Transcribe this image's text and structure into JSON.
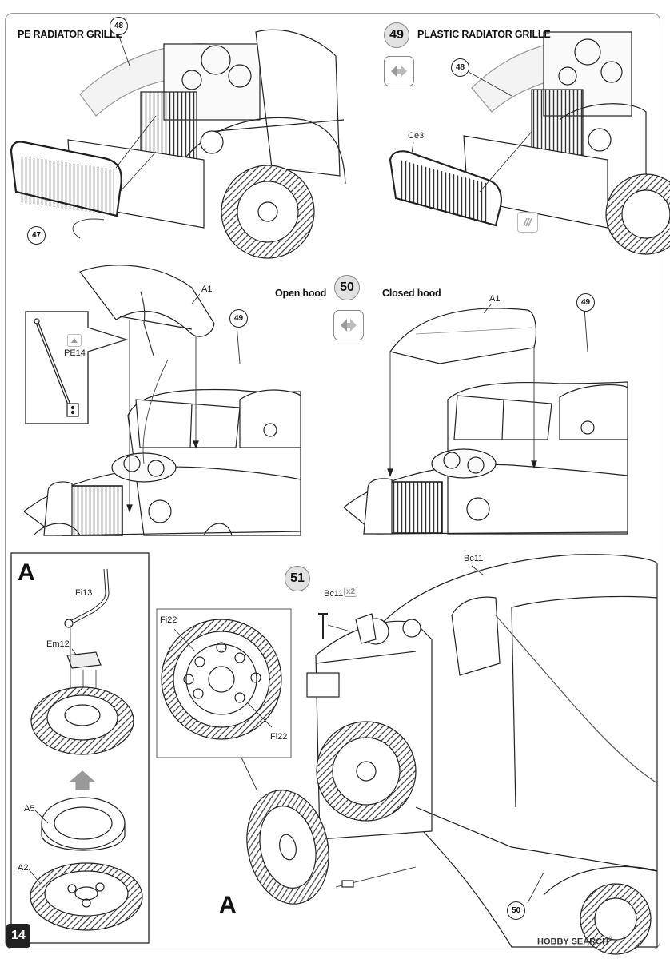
{
  "page": {
    "number": "14",
    "watermark": "HOBBY SEARCH",
    "watermark_reg": "®"
  },
  "step48": {
    "title": "PE RADIATOR GRILLE",
    "ref": "48",
    "result_ref": "47"
  },
  "step49": {
    "number": "49",
    "title": "PLASTIC RADIATOR GRILLE",
    "ref": "48",
    "part": "Ce3"
  },
  "step50": {
    "number": "50",
    "open_title": "Open hood",
    "closed_title": "Closed hood",
    "open_hood_part": "A1",
    "open_ref": "49",
    "pe_part": "PE14",
    "closed_hood_part": "A1",
    "closed_ref": "49"
  },
  "subA": {
    "letter": "A",
    "parts": {
      "fi13": "Fi13",
      "em12": "Em12",
      "a5": "A5",
      "a2": "A2"
    }
  },
  "step51": {
    "number": "51",
    "detail_parts": {
      "fi22_top": "Fi22",
      "fi22_bottom": "Fi22"
    },
    "bc11_top": "Bc11",
    "bc11_left": "Bc11",
    "multiplier": "x2",
    "wheel_letter": "A",
    "ref": "50"
  },
  "icons": {
    "step49_icon": "swap-arrows-icon",
    "step50_icon": "swap-arrows-icon",
    "pe_icon": "photo-etch-icon",
    "optional_icon": "alternative-icon"
  }
}
